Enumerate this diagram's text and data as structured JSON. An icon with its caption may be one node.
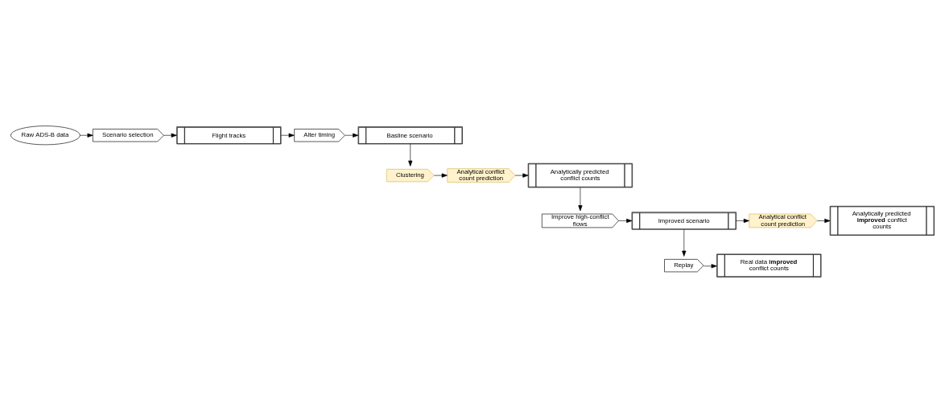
{
  "diagram": {
    "nodes": [
      {
        "text": [
          "Raw ADS-B data"
        ]
      },
      {
        "text": [
          "Scenario selection"
        ]
      },
      {
        "text": [
          "Flight tracks"
        ]
      },
      {
        "text": [
          "Alter timing"
        ]
      },
      {
        "text": [
          "Basline scenario"
        ]
      },
      {
        "text": [
          "Clustering"
        ]
      },
      {
        "text": [
          "Analytical conflict count prediction"
        ]
      },
      {
        "text": [
          "Analytically predicted conflict counts"
        ]
      },
      {
        "text": [
          "Improve high-conflict flows"
        ]
      },
      {
        "text": [
          "Improved scenario"
        ]
      },
      {
        "text": [
          "Analytical conflict count prediction"
        ]
      },
      {
        "text": [
          "Analytically predicted **improved** conflict counts"
        ]
      },
      {
        "text": [
          "Replay"
        ]
      },
      {
        "text": [
          "Real data **improved** conflict counts"
        ]
      }
    ],
    "edges": [
      {
        "from": 0,
        "to": 1,
        "arrow": "to"
      },
      {
        "from": 1,
        "to": 2,
        "arrow": "to"
      },
      {
        "from": 2,
        "to": 3,
        "arrow": "to"
      },
      {
        "from": 3,
        "to": 4,
        "arrow": "to"
      },
      {
        "from": 4,
        "to": 5,
        "arrow": "to"
      },
      {
        "from": 5,
        "to": 6,
        "arrow": "to"
      },
      {
        "from": 6,
        "to": 7,
        "arrow": "to"
      },
      {
        "from": 7,
        "to": 8,
        "arrow": "to"
      },
      {
        "from": 8,
        "to": 9,
        "arrow": "to"
      },
      {
        "from": 9,
        "to": 10,
        "arrow": "to"
      },
      {
        "from": 9,
        "to": 12,
        "arrow": "to"
      },
      {
        "from": 10,
        "to": 11,
        "arrow": "to"
      },
      {
        "from": 12,
        "to": 13,
        "arrow": "to"
      }
    ]
  }
}
